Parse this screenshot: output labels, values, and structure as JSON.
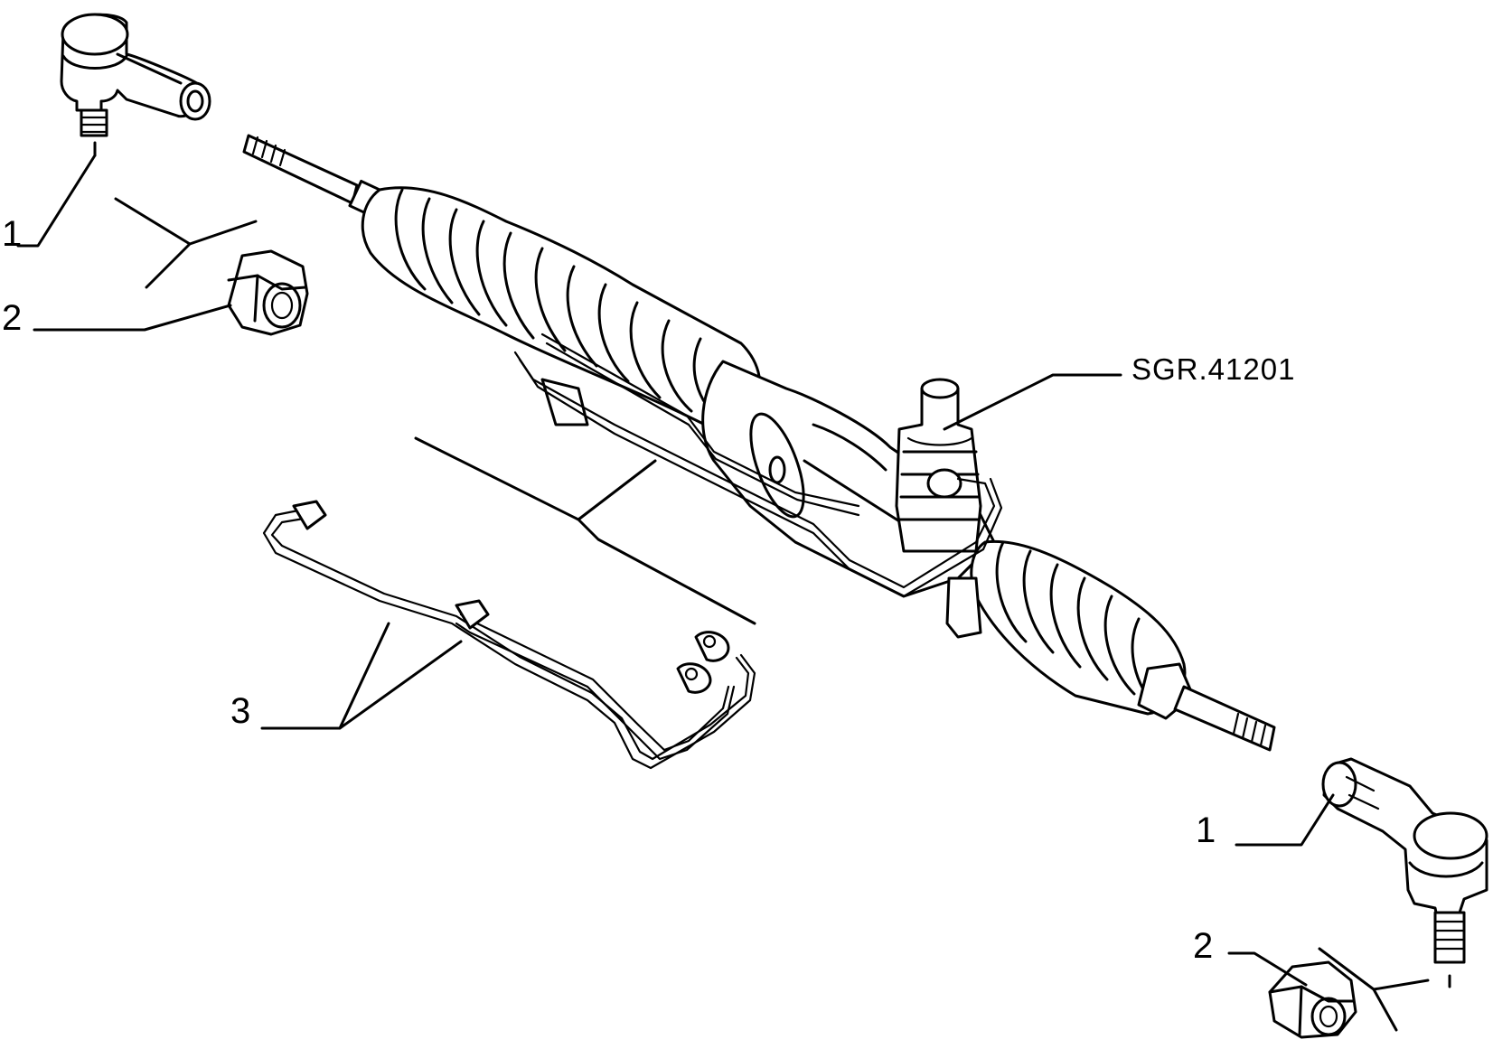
{
  "callouts": {
    "tie_rod_end_upper": "1",
    "nut_upper": "2",
    "pipes": "3",
    "tie_rod_end_lower": "1",
    "nut_lower": "2",
    "assembly_code": "SGR.41201"
  }
}
